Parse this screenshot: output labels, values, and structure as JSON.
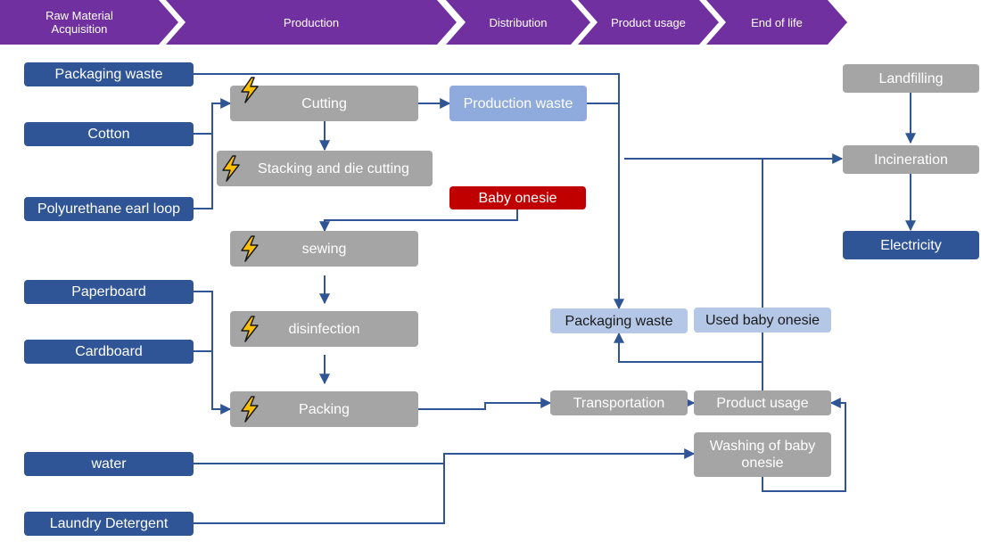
{
  "stages": {
    "raw": "Raw Material\nAcquisition",
    "production": "Production",
    "distribution": "Distribution",
    "usage": "Product usage",
    "eol": "End of life"
  },
  "inputs": {
    "packaging_waste": "Packaging waste",
    "cotton": "Cotton",
    "polyurethane": "Polyurethane earl loop",
    "paperboard": "Paperboard",
    "cardboard": "Cardboard",
    "water": "water",
    "detergent": "Laundry Detergent"
  },
  "process": {
    "cutting": "Cutting",
    "stacking": "Stacking and die cutting",
    "sewing": "sewing",
    "disinfection": "disinfection",
    "packing": "Packing",
    "production_waste": "Production waste",
    "baby_onesie": "Baby onesie",
    "transportation": "Transportation",
    "product_usage": "Product usage",
    "washing": "Washing of baby onesie",
    "packaging_waste_out": "Packaging waste",
    "used_onesie": "Used baby onesie",
    "landfilling": "Landfilling",
    "incineration": "Incineration",
    "electricity": "Electricity"
  },
  "icons": {
    "energy": "lightning-bolt-icon"
  },
  "colors": {
    "stage": "#7030a0",
    "input": "#2f5597",
    "process": "#a5a5a5",
    "waste": "#8faadc",
    "output_pale": "#b4c7e7",
    "product": "#c00000",
    "arrow": "#2f5597",
    "bolt_fill": "#ffc000"
  }
}
